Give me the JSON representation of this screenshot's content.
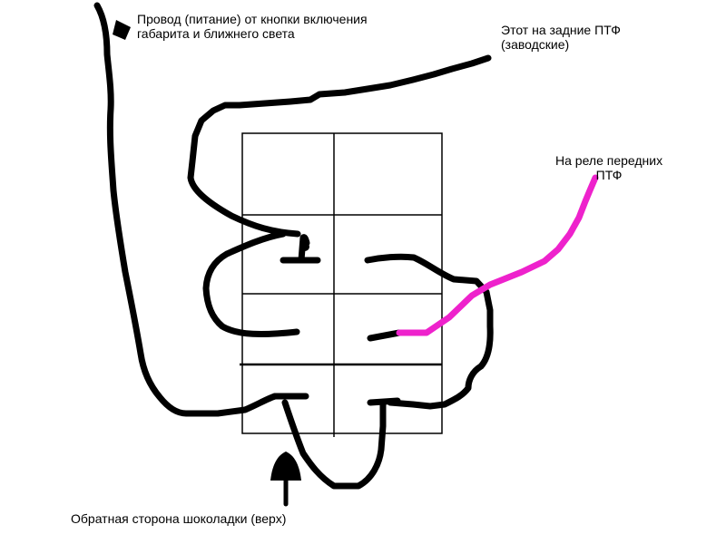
{
  "labels": {
    "power_line1": "Провод (питание) от кнопки включения",
    "power_line2": "габарита и ближнего света",
    "rear_line1": "Этот  на задние ПТФ",
    "rear_line2": "(заводские)",
    "front_line1": "На реле передних",
    "front_line2": "ПТФ",
    "back_side": "Обратная сторона шоколадки (верх)"
  },
  "colors": {
    "wire": "#000000",
    "front_wire": "#ee22cc",
    "background": "#ffffff"
  }
}
